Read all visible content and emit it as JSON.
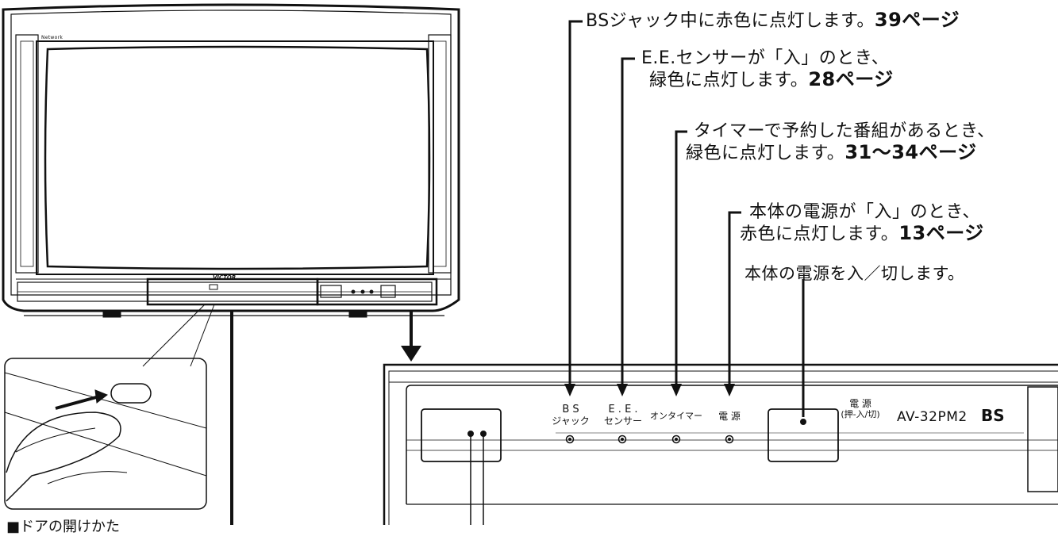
{
  "tv": {
    "brand": "Network",
    "logo": "VICTOR"
  },
  "callouts": {
    "bs": {
      "text": "BSジャック中に赤色に点灯します。",
      "page": "39ページ"
    },
    "ee": {
      "line1": "E.E.センサーが「入」のとき、",
      "line2": "緑色に点灯します。",
      "page": "28ページ"
    },
    "timer": {
      "line1": "タイマーで予約した番組があるとき、",
      "line2": "緑色に点灯します。",
      "page": "31～34ページ"
    },
    "power": {
      "line1": "本体の電源が「入」のとき、",
      "line2": "赤色に点灯します。",
      "page": "13ページ"
    },
    "switch": {
      "text": "本体の電源を入／切します。"
    }
  },
  "panel": {
    "bs_top": "B S",
    "bs_bottom": "ジャック",
    "ee_top": "E . E .",
    "ee_bottom": "センサー",
    "ontimer": "オンタイマー",
    "power": "電 源",
    "switch_top": "電 源",
    "switch_bottom": "(押-入/切)",
    "model": "AV-32PM2",
    "bs_logo": "BS"
  },
  "footnote": "■ドアの開けかた"
}
